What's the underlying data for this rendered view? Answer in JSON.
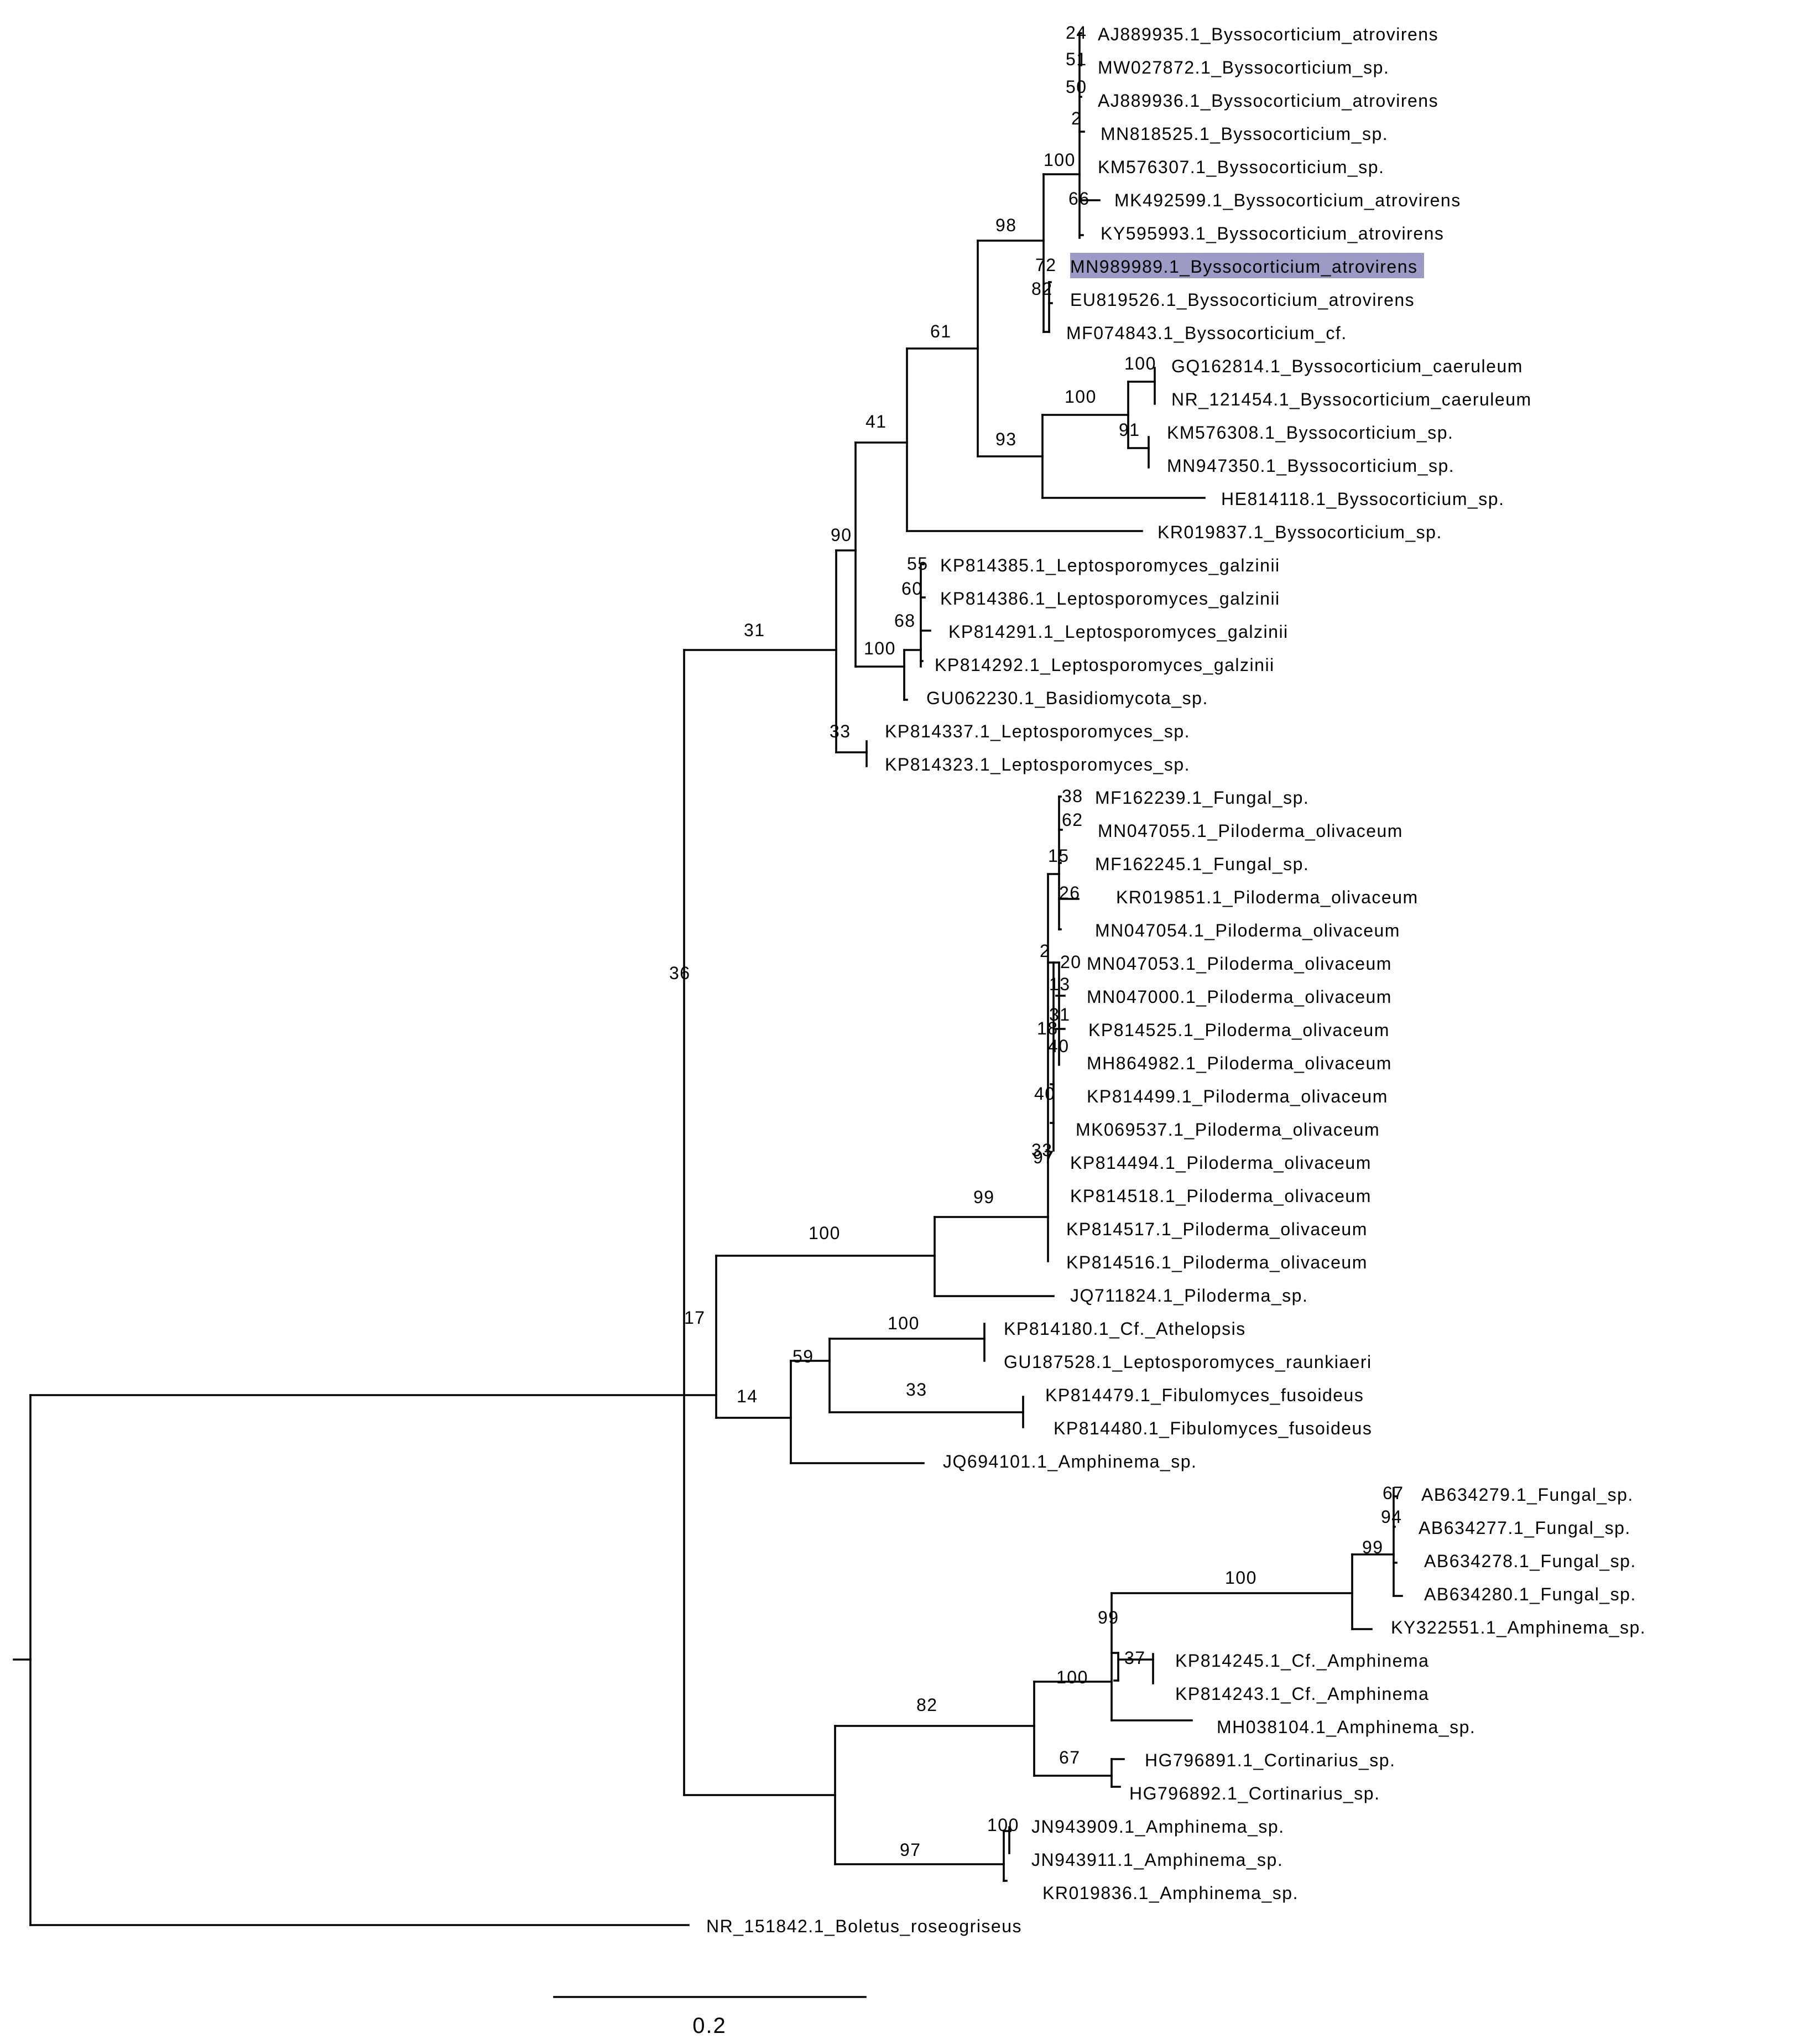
{
  "colors": {
    "highlight": "#9b9bc6",
    "line": "#000000"
  },
  "highlighted_taxon": "MN989989.1_Byssocorticium_atrovirens",
  "scale_bar": {
    "value": 0.2,
    "label": "0.2"
  },
  "taxa": [
    "AJ889935.1_Byssocorticium_atrovirens",
    "MW027872.1_Byssocorticium_sp.",
    "AJ889936.1_Byssocorticium_atrovirens",
    "MN818525.1_Byssocorticium_sp.",
    "KM576307.1_Byssocorticium_sp.",
    "MK492599.1_Byssocorticium_atrovirens",
    "KY595993.1_Byssocorticium_atrovirens",
    "MN989989.1_Byssocorticium_atrovirens",
    "EU819526.1_Byssocorticium_atrovirens",
    "MF074843.1_Byssocorticium_cf.",
    "GQ162814.1_Byssocorticium_caeruleum",
    "NR_121454.1_Byssocorticium_caeruleum",
    "KM576308.1_Byssocorticium_sp.",
    "MN947350.1_Byssocorticium_sp.",
    "HE814118.1_Byssocorticium_sp.",
    "KR019837.1_Byssocorticium_sp.",
    "KP814385.1_Leptosporomyces_galzinii",
    "KP814386.1_Leptosporomyces_galzinii",
    "KP814291.1_Leptosporomyces_galzinii",
    "KP814292.1_Leptosporomyces_galzinii",
    "GU062230.1_Basidiomycota_sp.",
    "KP814337.1_Leptosporomyces_sp.",
    "KP814323.1_Leptosporomyces_sp.",
    "MF162239.1_Fungal_sp.",
    "MN047055.1_Piloderma_olivaceum",
    "MF162245.1_Fungal_sp.",
    "KR019851.1_Piloderma_olivaceum",
    "MN047054.1_Piloderma_olivaceum",
    "MN047053.1_Piloderma_olivaceum",
    "MN047000.1_Piloderma_olivaceum",
    "KP814525.1_Piloderma_olivaceum",
    "MH864982.1_Piloderma_olivaceum",
    "KP814499.1_Piloderma_olivaceum",
    "MK069537.1_Piloderma_olivaceum",
    "KP814494.1_Piloderma_olivaceum",
    "KP814518.1_Piloderma_olivaceum",
    "KP814517.1_Piloderma_olivaceum",
    "KP814516.1_Piloderma_olivaceum",
    "JQ711824.1_Piloderma_sp.",
    "KP814180.1_Cf._Athelopsis",
    "GU187528.1_Leptosporomyces_raunkiaeri",
    "KP814479.1_Fibulomyces_fusoideus",
    "KP814480.1_Fibulomyces_fusoideus",
    "JQ694101.1_Amphinema_sp.",
    "AB634279.1_Fungal_sp.",
    "AB634277.1_Fungal_sp.",
    "AB634278.1_Fungal_sp.",
    "AB634280.1_Fungal_sp.",
    "KY322551.1_Amphinema_sp.",
    "KP814245.1_Cf._Amphinema",
    "KP814243.1_Cf._Amphinema",
    "MH038104.1_Amphinema_sp.",
    "HG796891.1_Cortinarius_sp.",
    "HG796892.1_Cortinarius_sp.",
    "JN943909.1_Amphinema_sp.",
    "JN943911.1_Amphinema_sp.",
    "KR019836.1_Amphinema_sp.",
    "NR_151842.1_Boletus_roseogriseus"
  ],
  "support_values": [
    "24",
    "51",
    "50",
    "2",
    "100",
    "66",
    "72",
    "82",
    "98",
    "100",
    "100",
    "91",
    "93",
    "61",
    "41",
    "55",
    "60",
    "68",
    "100",
    "33",
    "90",
    "31",
    "38",
    "62",
    "15",
    "26",
    "2",
    "20",
    "13",
    "31",
    "18",
    "40",
    "40",
    "33",
    "97",
    "99",
    "100",
    "100",
    "33",
    "59",
    "14",
    "17",
    "36",
    "67",
    "94",
    "99",
    "100",
    "37",
    "99",
    "67",
    "100",
    "100",
    "97",
    "82"
  ]
}
